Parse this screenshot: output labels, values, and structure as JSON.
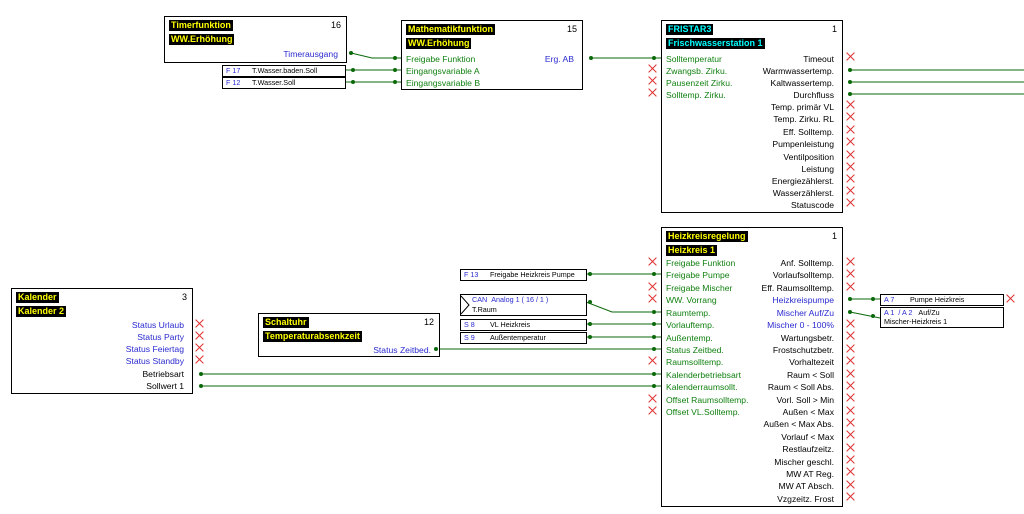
{
  "blocks": {
    "timer": {
      "type": "Timerfunktion",
      "name": "WW.Erhöhung",
      "num": "16",
      "out": [
        "Timerausgang"
      ]
    },
    "math": {
      "type": "Mathematikfunktion",
      "name": "WW.Erhöhung",
      "num": "15",
      "inputs": [
        "Freigabe Funktion",
        "Eingangsvariable A",
        "Eingangsvariable B"
      ],
      "out": [
        "Erg. AB"
      ]
    },
    "fristar": {
      "type": "FRISTAR3",
      "name": "Frischwasserstation 1",
      "num": "1",
      "inputs": [
        "Solltemperatur",
        "Zwangsb. Zirku.",
        "Pausenzeit Zirku.",
        "Solltemp. Zirku."
      ],
      "outputs": [
        "Timeout",
        "Warmwassertemp.",
        "Kaltwassertemp.",
        "Durchfluss",
        "Temp. primär VL",
        "Temp. Zirku. RL",
        "Eff. Solltemp.",
        "Pumpenleistung",
        "Ventilposition",
        "Leistung",
        "Energiezählerst.",
        "Wasserzählerst.",
        "Statuscode"
      ]
    },
    "kalender": {
      "type": "Kalender",
      "name": "Kalender 2",
      "num": "3",
      "outputs": [
        "Status Urlaub",
        "Status Party",
        "Status Feiertag",
        "Status Standby",
        "Betriebsart",
        "Sollwert 1"
      ]
    },
    "schaltuhr": {
      "type": "Schaltuhr",
      "name": "Temperaturabsenkzeit",
      "num": "12",
      "out": [
        "Status Zeitbed."
      ]
    },
    "heiz": {
      "type": "Heizkreisregelung",
      "name": "Heizkreis 1",
      "num": "1",
      "inputs": [
        "Freigabe Funktion",
        "Freigabe Pumpe",
        "Freigabe Mischer",
        "WW. Vorrang",
        "Raumtemp.",
        "Vorlauftemp.",
        "Außentemp.",
        "Status Zeitbed.",
        "Raumsolltemp.",
        "Kalenderbetriebsart",
        "Kalenderraumsollt.",
        "Offset Raumsolltemp.",
        "Offset VL.Solltemp."
      ],
      "outputs": [
        "Anf. Solltemp.",
        "Vorlaufsolltemp.",
        "Eff. Raumsolltemp.",
        "Heizkreispumpe",
        "Mischer Auf/Zu",
        "Mischer 0 - 100%",
        "Wartungsbetr.",
        "Frostschutzbetr.",
        "Vorhaltezeit",
        "Raum < Soll",
        "Raum < Soll Abs.",
        "Vorl. Soll > Min",
        "Außen < Max",
        "Außen < Max Abs.",
        "Vorlauf < Max",
        "Restlaufzeitz.",
        "Mischer geschl.",
        "MW AT Reg.",
        "MW AT Absch.",
        "Vzgzeitz. Frost"
      ]
    }
  },
  "sources": {
    "f17": {
      "ref": "F 17",
      "label": "T.Wasser.baden.Soll"
    },
    "f12": {
      "ref": "F 12",
      "label": "T.Wasser.Soll"
    },
    "f13": {
      "ref": "F 13",
      "label": "Freigabe Heizkreis Pumpe"
    },
    "can": {
      "ref": "CAN",
      "label": "Analog 1 ( 16 / 1 )",
      "label2": "T.Raum"
    },
    "s8": {
      "ref": "S 8",
      "label": "VL Heizkreis"
    },
    "s9": {
      "ref": "S 9",
      "label": "Außentemperatur"
    },
    "a7": {
      "ref": "A 7",
      "label": "Pumpe Heizkreis"
    },
    "a1": {
      "ref": "A 1",
      "ref2": "/ A 2",
      "label": "Auf/Zu",
      "label2": "Mischer-Heizkreis 1"
    }
  },
  "colors": {
    "wire": "#0a6a0a",
    "unconnected": "#e03030",
    "active_port": "#2a2ad0",
    "input_port": "#108010",
    "title_bg": "#000000",
    "title_fg": "#ffff00",
    "title_fg_alt": "#00ffff"
  }
}
